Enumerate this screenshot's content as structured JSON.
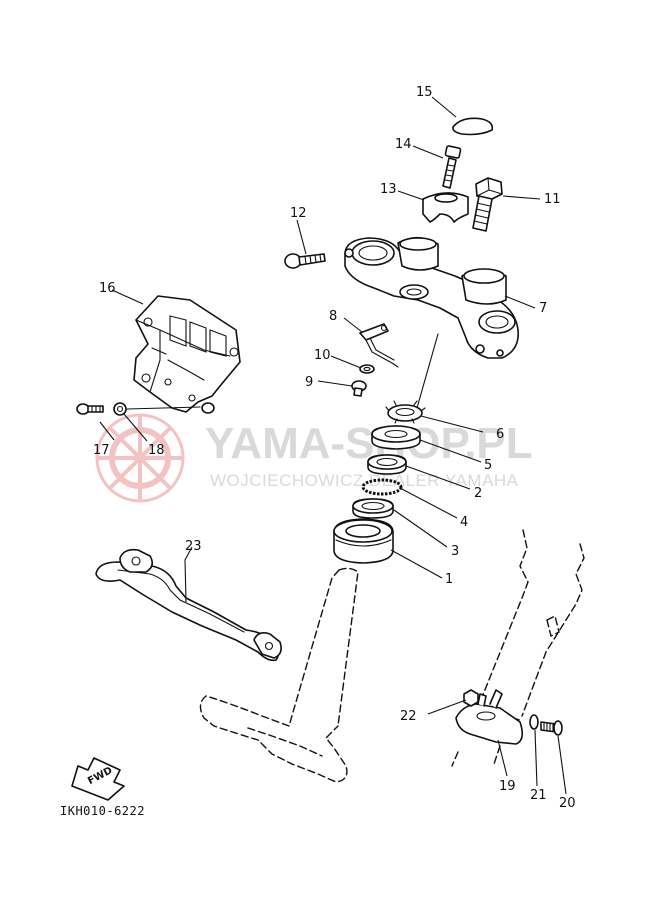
{
  "watermark": {
    "brand": "YAMA-SHOP.PL",
    "subtitle": "WOJCIECHOWICZ DEALER YAMAHA",
    "logo_color": "#f2b8b8",
    "text_color": "#d9d9d9"
  },
  "diagram_code": "IKH010-6222",
  "direction_marker": "FWD",
  "callouts": {
    "c1": "1",
    "c2": "2",
    "c3": "3",
    "c4": "4",
    "c5": "5",
    "c6": "6",
    "c7": "7",
    "c8": "8",
    "c9": "9",
    "c10": "10",
    "c11": "11",
    "c12": "12",
    "c13": "13",
    "c14": "14",
    "c15": "15",
    "c16": "16",
    "c17": "17",
    "c18": "18",
    "c19": "19",
    "c20": "20",
    "c21": "21",
    "c22": "22",
    "c23": "23"
  }
}
